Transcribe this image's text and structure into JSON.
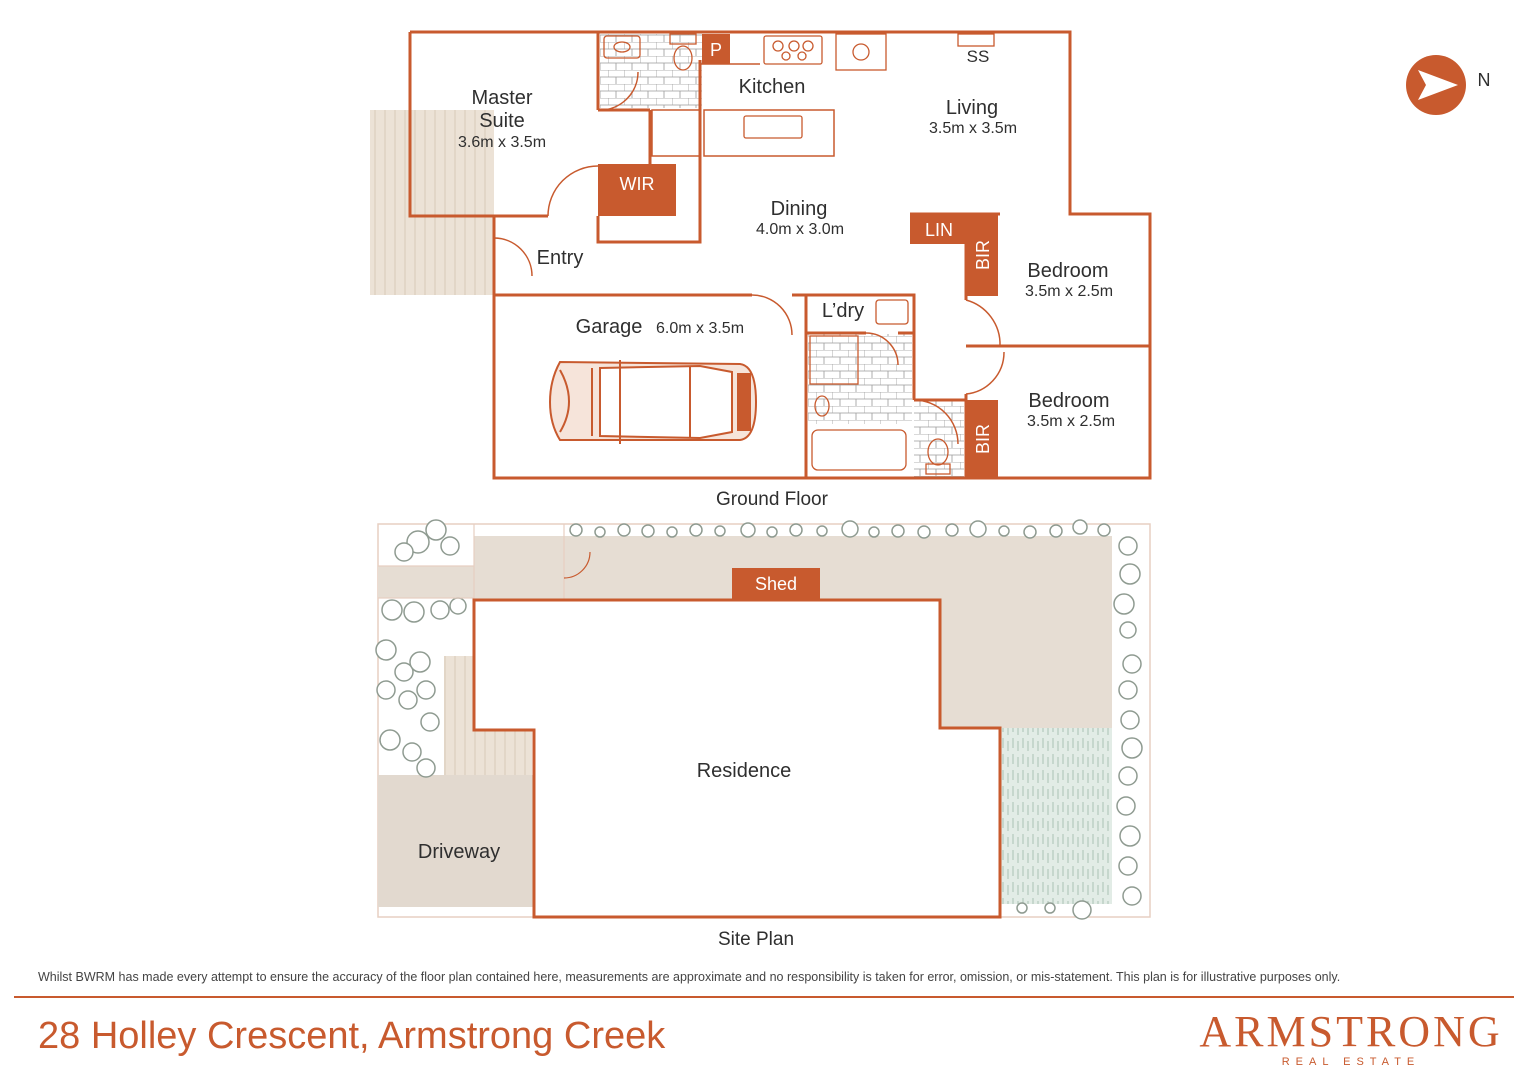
{
  "colors": {
    "accent": "#c85a2e",
    "wall": "#c85a2e",
    "paving": "#e6ddd3",
    "deck": "#ece2d6",
    "lawn": "#dfe9e3",
    "plant": "#8f9b91"
  },
  "compass": {
    "label": "N"
  },
  "ground_floor": {
    "caption": "Ground Floor",
    "rooms": {
      "master": {
        "name_line1": "Master",
        "name_line2": "Suite",
        "dims": "3.6m x 3.5m"
      },
      "kitchen": {
        "name": "Kitchen"
      },
      "living": {
        "name": "Living",
        "dims": "3.5m x 3.5m"
      },
      "dining": {
        "name": "Dining",
        "dims": "4.0m x 3.0m"
      },
      "entry": {
        "name": "Entry"
      },
      "garage": {
        "name": "Garage",
        "dims": "6.0m x 3.5m"
      },
      "laundry": {
        "name": "L’dry"
      },
      "bedroom1": {
        "name": "Bedroom",
        "dims": "3.5m x 2.5m"
      },
      "bedroom2": {
        "name": "Bedroom",
        "dims": "3.5m x 2.5m"
      }
    },
    "tags": {
      "pantry": "P",
      "wir": "WIR",
      "lin": "LIN",
      "bir1": "BIR",
      "bir2": "BIR",
      "ss": "SS"
    }
  },
  "site_plan": {
    "caption": "Site Plan",
    "shed": "Shed",
    "residence": "Residence",
    "driveway": "Driveway"
  },
  "footer": {
    "disclaimer": "Whilst BWRM  has made every attempt to ensure the accuracy of the floor plan contained here, measurements are approximate and no responsibility is taken for error, omission, or mis-statement. This plan is for illustrative purposes only.",
    "address": "28 Holley Crescent, Armstrong Creek",
    "brand_name": "ARMSTRONG",
    "brand_sub": "REAL ESTATE"
  }
}
